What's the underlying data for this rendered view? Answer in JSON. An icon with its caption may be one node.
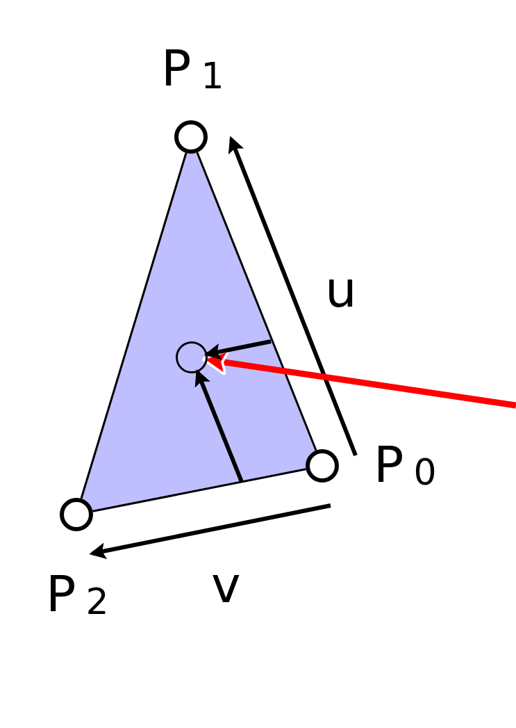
{
  "diagram": {
    "nodes": [
      {
        "text": [],
        "shape": "circle",
        "beside": [
          "P$_{1}$"
        ]
      },
      {
        "text": [],
        "shape": "circle",
        "beside": [
          "P$_{0}$"
        ]
      },
      {
        "text": [],
        "shape": "circle",
        "beside": [
          "P$_{2}$"
        ]
      },
      {
        "text": [],
        "shape": "circle"
      }
    ],
    "edges": [
      {
        "from": 1,
        "to": 0,
        "arrow": "none"
      },
      {
        "from": 0,
        "to": 2,
        "arrow": "none"
      },
      {
        "from": 2,
        "to": 1,
        "arrow": "none"
      },
      {
        "from": null,
        "to": 3,
        "arrow": "to",
        "style": "thick",
        "color": "#ff0000"
      },
      {
        "from": null,
        "to": 3,
        "arrow": "to",
        "style": "thick"
      },
      {
        "from": null,
        "to": 3,
        "arrow": "to",
        "style": "thick"
      }
    ],
    "labels": [
      "u",
      "v"
    ]
  }
}
